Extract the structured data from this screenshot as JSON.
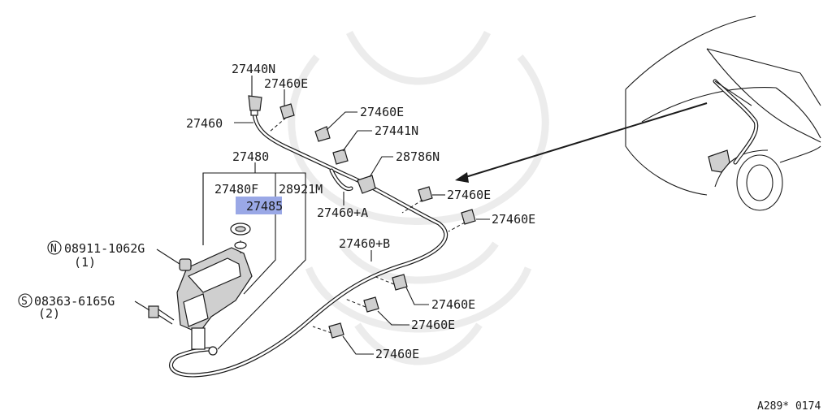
{
  "labels": {
    "p27440N": "27440N",
    "p27460E_top": "27460E",
    "p27460": "27460",
    "p27460E_b": "27460E",
    "p27441N": "27441N",
    "p27480": "27480",
    "p28786N": "28786N",
    "p27480F": "27480F",
    "p28921M": "28921M",
    "p27485": "27485",
    "p27460E_c": "27460E",
    "p27460A": "27460+A",
    "p27460E_d": "27460E",
    "p27460B": "27460+B",
    "p08911": "08911-1062G",
    "p08911_qty": "(1)",
    "p08911_prefix": "N",
    "p08363": "08363-6165G",
    "p08363_qty": "(2)",
    "p08363_prefix": "S",
    "p27460E_e": "27460E",
    "p27460E_f": "27460E",
    "p27460E_g": "27460E",
    "diagram_code": "A289* 0174"
  },
  "colors": {
    "highlight": "#9aa8e6",
    "ink": "#1a1a1a",
    "watermark": "#ececec"
  }
}
